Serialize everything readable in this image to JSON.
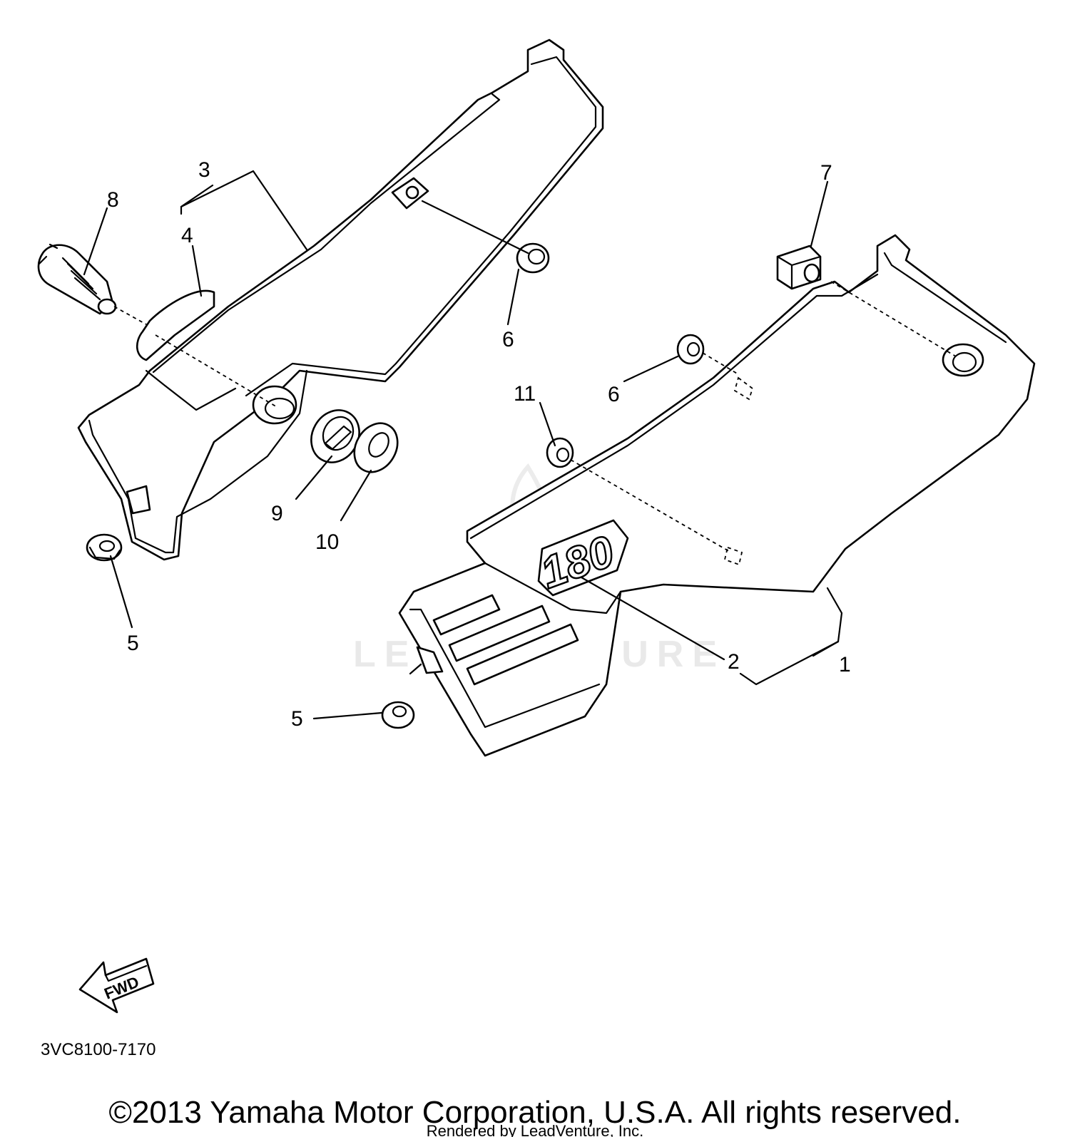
{
  "callouts": {
    "c1": "1",
    "c2": "2",
    "c3": "3",
    "c4": "4",
    "c5a": "5",
    "c5b": "5",
    "c6a": "6",
    "c6b": "6",
    "c7": "7",
    "c8": "8",
    "c9": "9",
    "c10": "10",
    "c11": "11"
  },
  "emblem_text": "180",
  "fwd_label": "FWD",
  "diagram_code": "3VC8100-7170",
  "watermark_text": "LEADVENTURE",
  "copyright": "©2013 Yamaha Motor Corporation, U.S.A. All rights reserved.",
  "rendered_by": "Rendered by LeadVenture, Inc.",
  "icons": {
    "fwd_arrow": "fwd-arrow-icon"
  }
}
